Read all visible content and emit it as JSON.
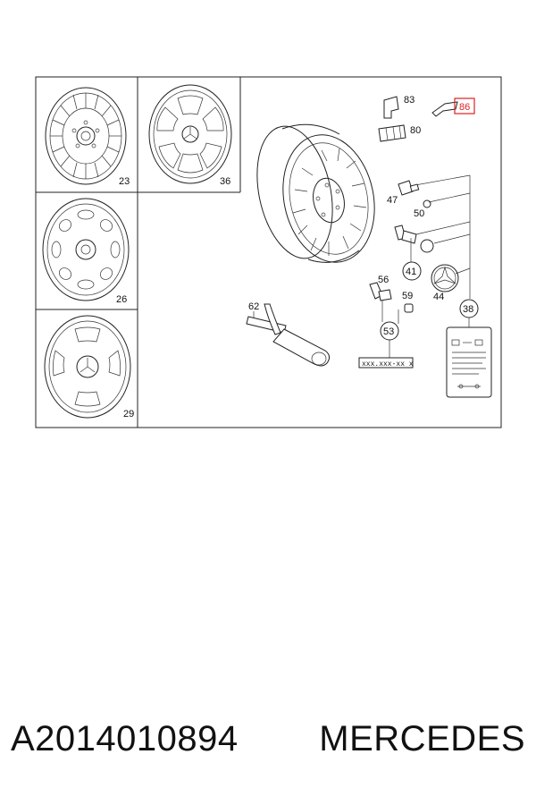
{
  "diagram": {
    "callouts": {
      "c23": "23",
      "c36": "36",
      "c26": "26",
      "c29": "29",
      "c83": "83",
      "c86": "86",
      "c80": "80",
      "c47": "47",
      "c50": "50",
      "c41": "41",
      "c44": "44",
      "c56": "56",
      "c59": "59",
      "c62": "62",
      "c53": "53",
      "c38": "38"
    },
    "part_box_text": "xxx.xxx-xx x",
    "highlight_color": "#e02020"
  },
  "caption": {
    "part_number": "A2014010894",
    "brand": "MERCEDES"
  }
}
